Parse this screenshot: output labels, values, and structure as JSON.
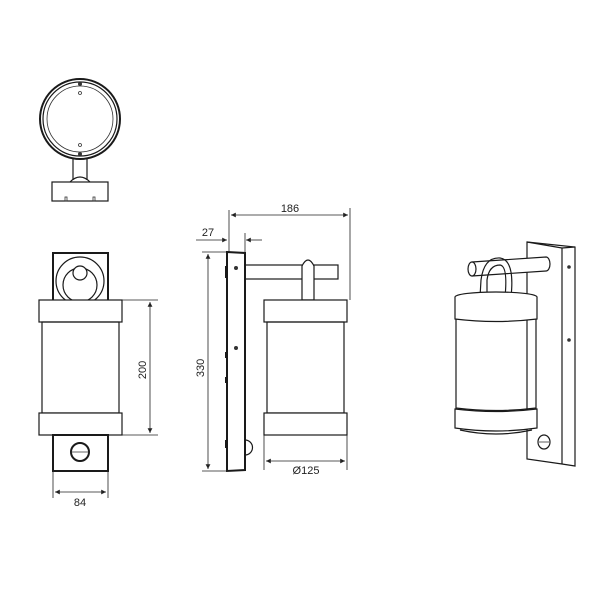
{
  "drawing": {
    "views": [
      "top-view",
      "front-view",
      "side-view",
      "isometric-view"
    ],
    "dimensions": {
      "height_shade": "200",
      "width_backplate": "84",
      "projection": "186",
      "backplate_depth": "27",
      "total_height": "330",
      "shade_diameter": "Ø125"
    }
  }
}
